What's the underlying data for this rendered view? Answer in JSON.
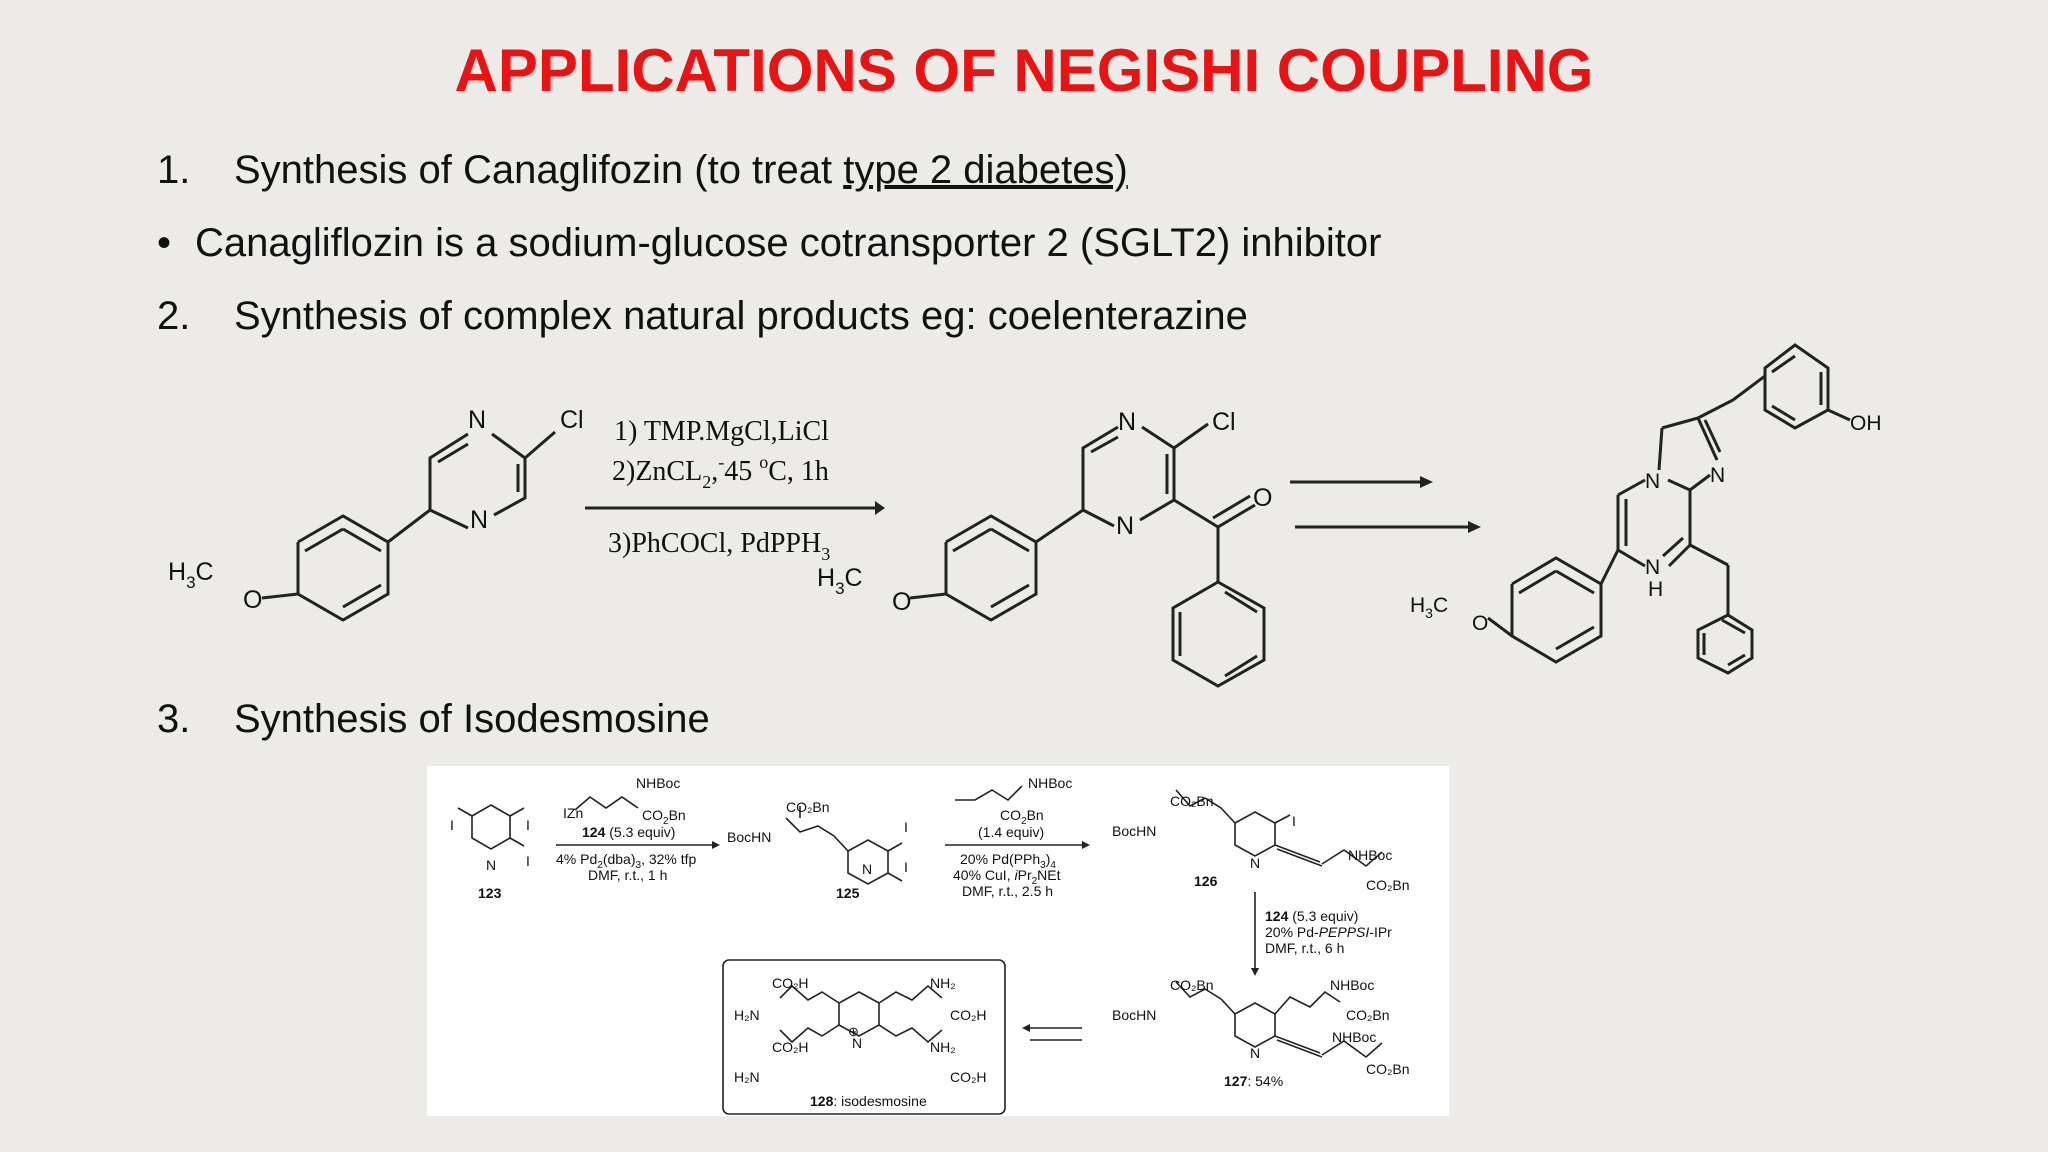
{
  "slide": {
    "title": "APPLICATIONS OF NEGISHI COUPLING",
    "items": [
      {
        "marker": "1.",
        "text_before": "Synthesis of Canaglifozin (to treat ",
        "text_underlined": "type 2 diabetes)"
      },
      {
        "marker": "•",
        "text": "Canagliflozin is a sodium-glucose cotransporter 2 (SGLT2) inhibitor"
      },
      {
        "marker": "2.",
        "text": "Synthesis of complex natural products eg: coelenterazine"
      },
      {
        "marker": "3.",
        "text": "Synthesis of Isodesmosine"
      }
    ]
  },
  "scheme1": {
    "conditions": [
      "1) TMP.MgCl,LiCl",
      "2)ZnCL",
      "2",
      ",",
      "-",
      "45 ",
      "o",
      "C, 1h",
      "3)PhCOCl, PdPPH",
      "3"
    ],
    "labels": {
      "N": "N",
      "Cl": "Cl",
      "O": "O",
      "H3C_H": "H",
      "H3C_3": "3",
      "H3C_C": "C",
      "OH": "OH",
      "NH_H": "H"
    }
  },
  "scheme2": {
    "reagent1": [
      "NHBoc",
      "IZn",
      "CO",
      "2",
      "Bn",
      "124",
      " (5.3 equiv)",
      "4% Pd",
      "2",
      "(dba)",
      "3",
      ", 32% tfp",
      "DMF, r.t., 1 h"
    ],
    "reagent2": [
      "NHBoc",
      "CO",
      "2",
      "Bn",
      "(1.4 equiv)",
      "20% Pd(PPh",
      "3",
      ")",
      "4",
      "40% CuI, ",
      "i",
      "Pr",
      "2",
      "NEt",
      "DMF, r.t., 2.5 h"
    ],
    "reagent3": [
      "124",
      " (5.3 equiv)",
      "20% Pd-",
      "PEPPSI",
      "-IPr",
      "DMF, r.t., 6 h"
    ],
    "compound_labels": [
      "123",
      "125",
      "126",
      "127",
      ": 54%",
      "128",
      ": isodesmosine"
    ],
    "atom_labels": {
      "I": "I",
      "N": "N",
      "BocHN": "BocHN",
      "CO2Bn": "CO₂Bn",
      "CO2H": "CO₂H",
      "NH2": "NH₂",
      "H2N": "H₂N",
      "NHBoc": "NHBoc",
      "plus": "⊕"
    }
  }
}
